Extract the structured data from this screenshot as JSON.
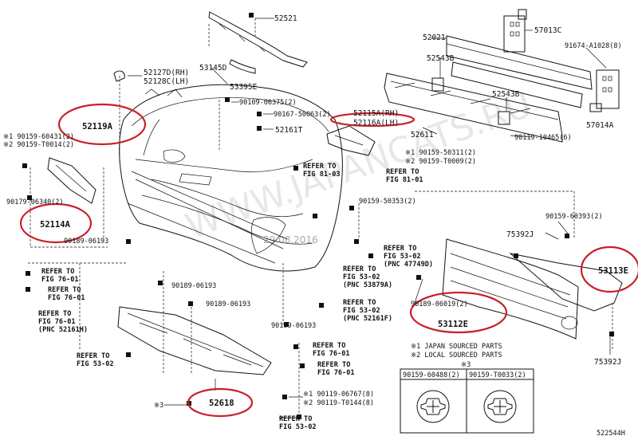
{
  "parts": {
    "p52521": "52521",
    "p53145D": "53145D",
    "p53395E": "53395E",
    "p52127D": "52127D(RH)",
    "p52128C": "52128C(LH)",
    "p52119A": "52119A",
    "p90109_06375": "90109-06375(2)",
    "p90167_50063": "90167-50063(2)",
    "p52161T": "52161T",
    "p52115A": "52115A(RH)",
    "p52116A": "52116A(LH)",
    "p52611": "52611",
    "p52021": "52021",
    "p52543B_1": "52543B",
    "p52543B_2": "52543B",
    "p57013C": "57013C",
    "p91674": "91674-A1028(8)",
    "p57014A": "57014A",
    "p90119_10465": "90119-10465(6)",
    "p90159_60431": "※1 90159-60431(2)",
    "p90159_T0014": "※2 90159-T0014(2)",
    "p90179_06340": "90179-06340(2)",
    "p52114A": "52114A",
    "p90189_06193_a": "90189-06193",
    "p90189_06193_b": "90189-06193",
    "p90189_06193_c": "90189-06193",
    "p90189_06193_d": "90189-06193",
    "p90159_50311": "※1 90159-50311(2)",
    "p90159_T0009": "※2 90159-T0009(2)",
    "p90159_50353": "90159-50353(2)",
    "p90159_60393": "90159-60393(2)",
    "p75392J_1": "75392J",
    "p75392J_2": "75392J",
    "p53113E": "53113E",
    "p90189_06019": "90189-06019(2)",
    "p53112E": "53112E",
    "p52618": "52618",
    "p90119_06767": "※1 90119-06767(8)",
    "p90119_T0144": "※2 90119-T0144(8)",
    "note_ref3": "※3"
  },
  "refs": {
    "r81_03": [
      "REFER TO",
      "FIG 81-03"
    ],
    "r81_01": [
      "REFER TO",
      "FIG 81-01"
    ],
    "r76_01_a": [
      "REFER TO",
      "FIG 76-01"
    ],
    "r76_01_b": [
      "REFER TO",
      "FIG 76-01"
    ],
    "r76_01_c": [
      "REFER TO",
      "FIG 76-01",
      "(PNC 52161H)"
    ],
    "r53_02_a": [
      "REFER TO",
      "FIG 53-02"
    ],
    "r53_02_b": [
      "REFER TO",
      "FIG 53-02",
      "(PNC 47749D)"
    ],
    "r53_02_c": [
      "REFER TO",
      "FIG 53-02",
      "(PNC 53879A)"
    ],
    "r53_02_d": [
      "REFER TO",
      "FIG 53-02",
      "(PNC 52161F)"
    ],
    "r76_01_d": [
      "REFER TO",
      "FIG 76-01"
    ],
    "r76_01_e": [
      "REFER TO",
      "FIG 76-01"
    ],
    "r53_02_e": [
      "REFER TO",
      "FIG 53-02"
    ]
  },
  "legend": {
    "line1": "※1 JAPAN SOURCED PARTS",
    "line2": "※2 LOCAL SOURCED PARTS",
    "line3": "※3",
    "col1": "90159-60488(2)",
    "col2": "90159-T0033(2)"
  },
  "watermark": "WWW.JAPANCATS.RU",
  "date": "29.08.2016",
  "diagram_id": "522544H",
  "highlight_color": "#c8202a"
}
